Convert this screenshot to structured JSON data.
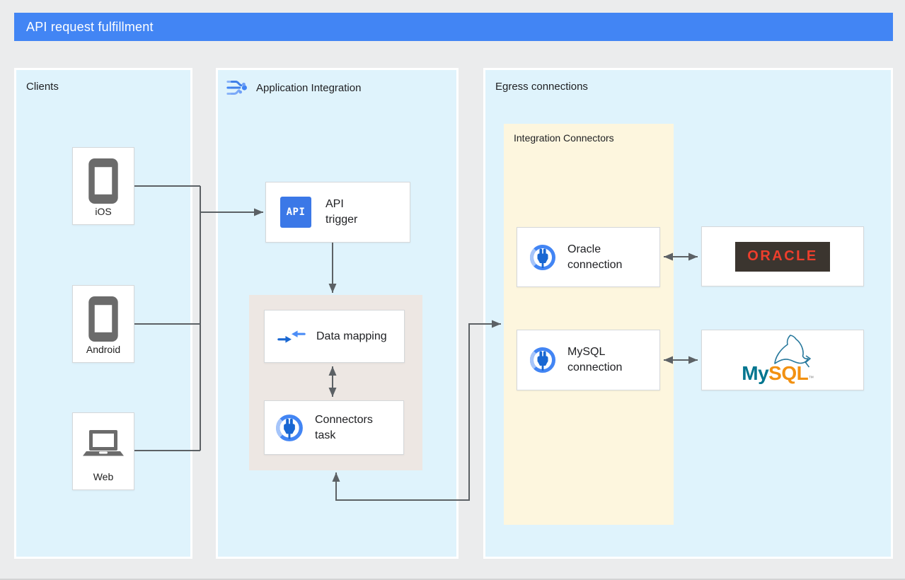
{
  "header": {
    "title": "API request fulfillment"
  },
  "clients": {
    "label": "Clients",
    "items": [
      {
        "label": "iOS",
        "icon": "smartphone-icon"
      },
      {
        "label": "Android",
        "icon": "smartphone-icon"
      },
      {
        "label": "Web",
        "icon": "laptop-icon"
      }
    ]
  },
  "application_integration": {
    "label": "Application Integration",
    "api_trigger": {
      "icon_text": "API",
      "label": "API trigger"
    },
    "data_mapping": {
      "label": "Data mapping"
    },
    "connectors_task": {
      "label": "Connectors task"
    }
  },
  "egress": {
    "label": "Egress connections",
    "integration_connectors": {
      "label": "Integration Connectors",
      "oracle_connection": {
        "label": "Oracle connection"
      },
      "mysql_connection": {
        "label": "MySQL connection"
      }
    },
    "oracle_db": {
      "logo_text": "ORACLE"
    },
    "mysql_db": {
      "logo_my": "My",
      "logo_sql": "SQL",
      "trademark": "™"
    }
  },
  "colors": {
    "header_bg": "#4285f4",
    "panel_bg": "#dff3fc",
    "connectors_panel_bg": "#fdf6de",
    "task_group_bg": "#ede7e3",
    "arrow": "#5c6165",
    "icon_blue": "#4285f4",
    "oracle_red": "#ee3e2c",
    "oracle_logo_bg": "#3b352f",
    "mysql_teal": "#00758f",
    "mysql_orange": "#f29111"
  }
}
